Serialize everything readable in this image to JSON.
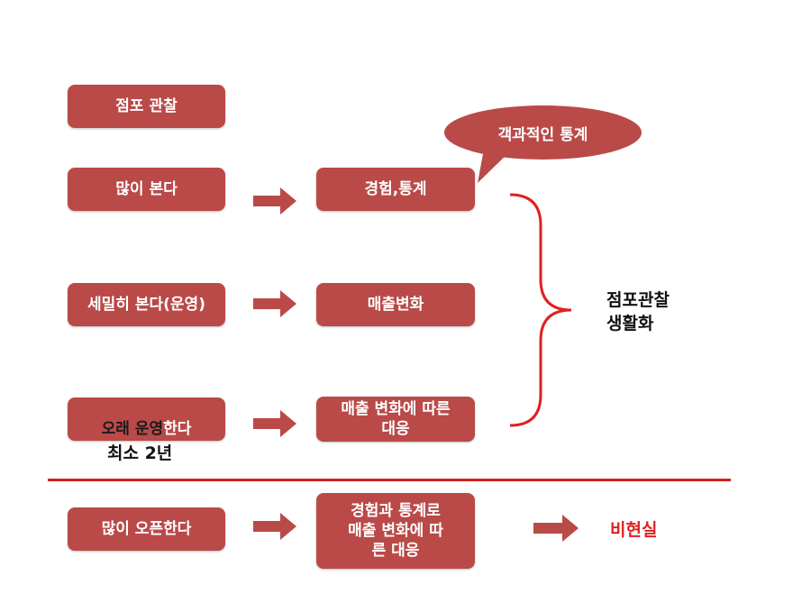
{
  "left_boxes": {
    "observe": "점포 관찰",
    "see_a_lot": "많이 본다",
    "see_closely": "세밀히 본다(운영)",
    "operate_long_prefix": "오래 운영",
    "operate_long_suffix": "한다",
    "open_many": "많이 오픈한다"
  },
  "note_min_years": "최소 2년",
  "middle_boxes": {
    "experience_stats": "경험,통계",
    "sales_change": "매출변화",
    "respond_to_sales": "매출 변화에 따른\n대응",
    "respond_with_experience": "경험과 통계로\n매출 변화에 따\n른 대응"
  },
  "speech_bubble": "객과적인 통계",
  "conclusion": "점포관찰\n생활화",
  "unrealistic": "비현실",
  "colors": {
    "box_fill": "#b94a48",
    "box_text": "#ffffff",
    "divider": "#d42020",
    "unrealistic_text": "#e02020",
    "brace": "#e02020"
  }
}
